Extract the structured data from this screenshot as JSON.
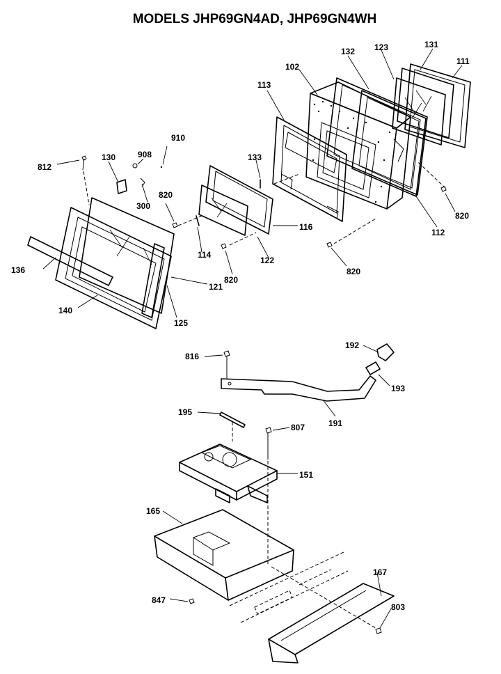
{
  "title": "MODELS JHP69GN4AD, JHP69GN4WH",
  "labels": {
    "l111": "111",
    "l131": "131",
    "l123": "123",
    "l132": "132",
    "l102": "102",
    "l113": "113",
    "l910": "910",
    "l908": "908",
    "l130": "130",
    "l812": "812",
    "l300": "300",
    "l820a": "820",
    "l133": "133",
    "l116": "116",
    "l114": "114",
    "l122": "122",
    "l820b": "820",
    "l820c": "820",
    "l820d": "820",
    "l112": "112",
    "l136": "136",
    "l121": "121",
    "l125": "125",
    "l140": "140",
    "l816": "816",
    "l192": "192",
    "l193": "193",
    "l191": "191",
    "l195": "195",
    "l807": "807",
    "l151": "151",
    "l165": "165",
    "l167": "167",
    "l803": "803",
    "l847": "847"
  }
}
